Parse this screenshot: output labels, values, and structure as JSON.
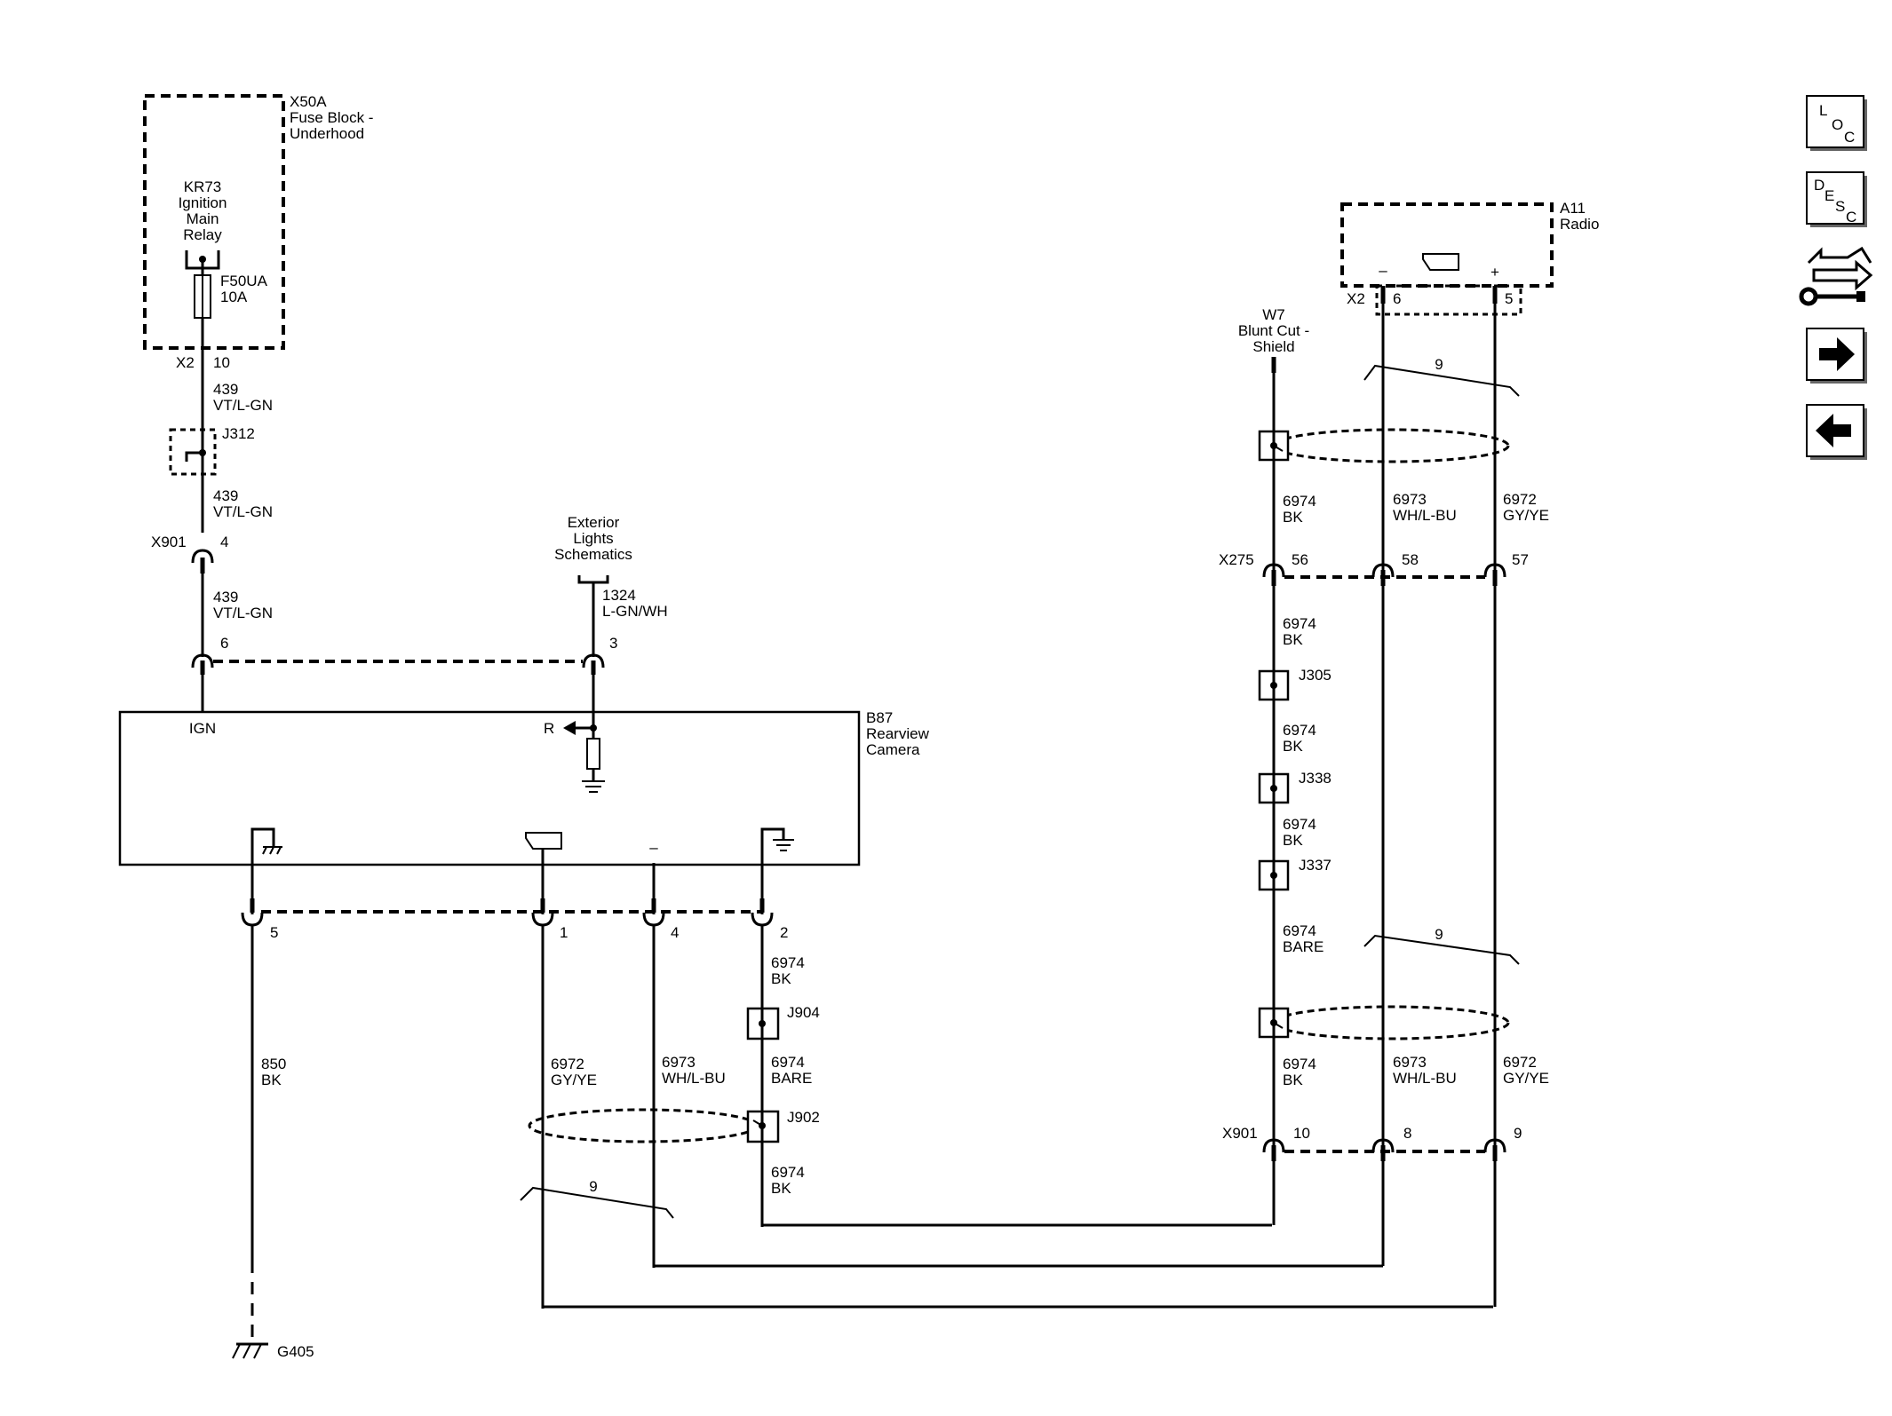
{
  "components": {
    "fuse_block": {
      "id": "X50A",
      "name_line1": "Fuse Block -",
      "name_line2": "Underhood"
    },
    "relay": {
      "id": "KR73",
      "line1": "Ignition",
      "line2": "Main",
      "line3": "Relay"
    },
    "fuse": {
      "id": "F50UA",
      "rating": "10A"
    },
    "camera": {
      "id": "B87",
      "name_line1": "Rearview",
      "name_line2": "Camera",
      "pin_ign": "IGN",
      "pin_r": "R",
      "pin_minus": "–"
    },
    "radio": {
      "id": "A11",
      "name": "Radio",
      "minus": "–",
      "plus": "+"
    },
    "ground": {
      "id": "G405"
    },
    "ext_lights": {
      "line1": "Exterior",
      "line2": "Lights",
      "line3": "Schematics"
    },
    "blunt_cut": {
      "id": "W7",
      "line1": "Blunt Cut -",
      "line2": "Shield"
    }
  },
  "connectors": {
    "x2_fuse": {
      "id": "X2",
      "pin": "10"
    },
    "x901_top": {
      "id": "X901",
      "pin": "4"
    },
    "cam_top": {
      "pin_ign": "6",
      "pin_r": "3"
    },
    "cam_bottom": {
      "p5": "5",
      "p1": "1",
      "p4": "4",
      "p2": "2"
    },
    "radio_x2": {
      "id": "X2",
      "pin_minus": "6",
      "pin_plus": "5"
    },
    "x275": {
      "id": "X275",
      "p56": "56",
      "p58": "58",
      "p57": "57"
    },
    "x901_right": {
      "id": "X901",
      "p10": "10",
      "p8": "8",
      "p9": "9"
    }
  },
  "splices": {
    "j312": "J312",
    "j305": "J305",
    "j338": "J338",
    "j337": "J337",
    "j904": "J904",
    "j902": "J902"
  },
  "wires": {
    "w439_a": {
      "circuit": "439",
      "color": "VT/L-GN"
    },
    "w439_b": {
      "circuit": "439",
      "color": "VT/L-GN"
    },
    "w439_c": {
      "circuit": "439",
      "color": "VT/L-GN"
    },
    "w1324": {
      "circuit": "1324",
      "color": "L-GN/WH"
    },
    "w850": {
      "circuit": "850",
      "color": "BK"
    },
    "w6972_l": {
      "circuit": "6972",
      "color": "GY/YE"
    },
    "w6973_l": {
      "circuit": "6973",
      "color": "WH/L-BU"
    },
    "w6974_j904_top": {
      "circuit": "6974",
      "color": "BK"
    },
    "w6974_bare_l": {
      "circuit": "6974",
      "color": "BARE"
    },
    "w6974_j902_bot": {
      "circuit": "6974",
      "color": "BK"
    },
    "w6974_r1": {
      "circuit": "6974",
      "color": "BK"
    },
    "w6973_r1": {
      "circuit": "6973",
      "color": "WH/L-BU"
    },
    "w6972_r1": {
      "circuit": "6972",
      "color": "GY/YE"
    },
    "w6974_r2": {
      "circuit": "6974",
      "color": "BK"
    },
    "w6974_r3": {
      "circuit": "6974",
      "color": "BK"
    },
    "w6974_r4": {
      "circuit": "6974",
      "color": "BK"
    },
    "w6974_bare_r": {
      "circuit": "6974",
      "color": "BARE"
    },
    "w6974_r5": {
      "circuit": "6974",
      "color": "BK"
    },
    "w6973_r2": {
      "circuit": "6973",
      "color": "WH/L-BU"
    },
    "w6972_r2": {
      "circuit": "6972",
      "color": "GY/YE"
    }
  },
  "twist": {
    "left": "9",
    "right_top": "9",
    "right_mid": "9"
  },
  "nav": {
    "loc": {
      "l1": "L",
      "l2": "O",
      "l3": "C"
    },
    "desc": {
      "l1": "D",
      "l2": "E",
      "l3": "S",
      "l4": "C"
    }
  }
}
